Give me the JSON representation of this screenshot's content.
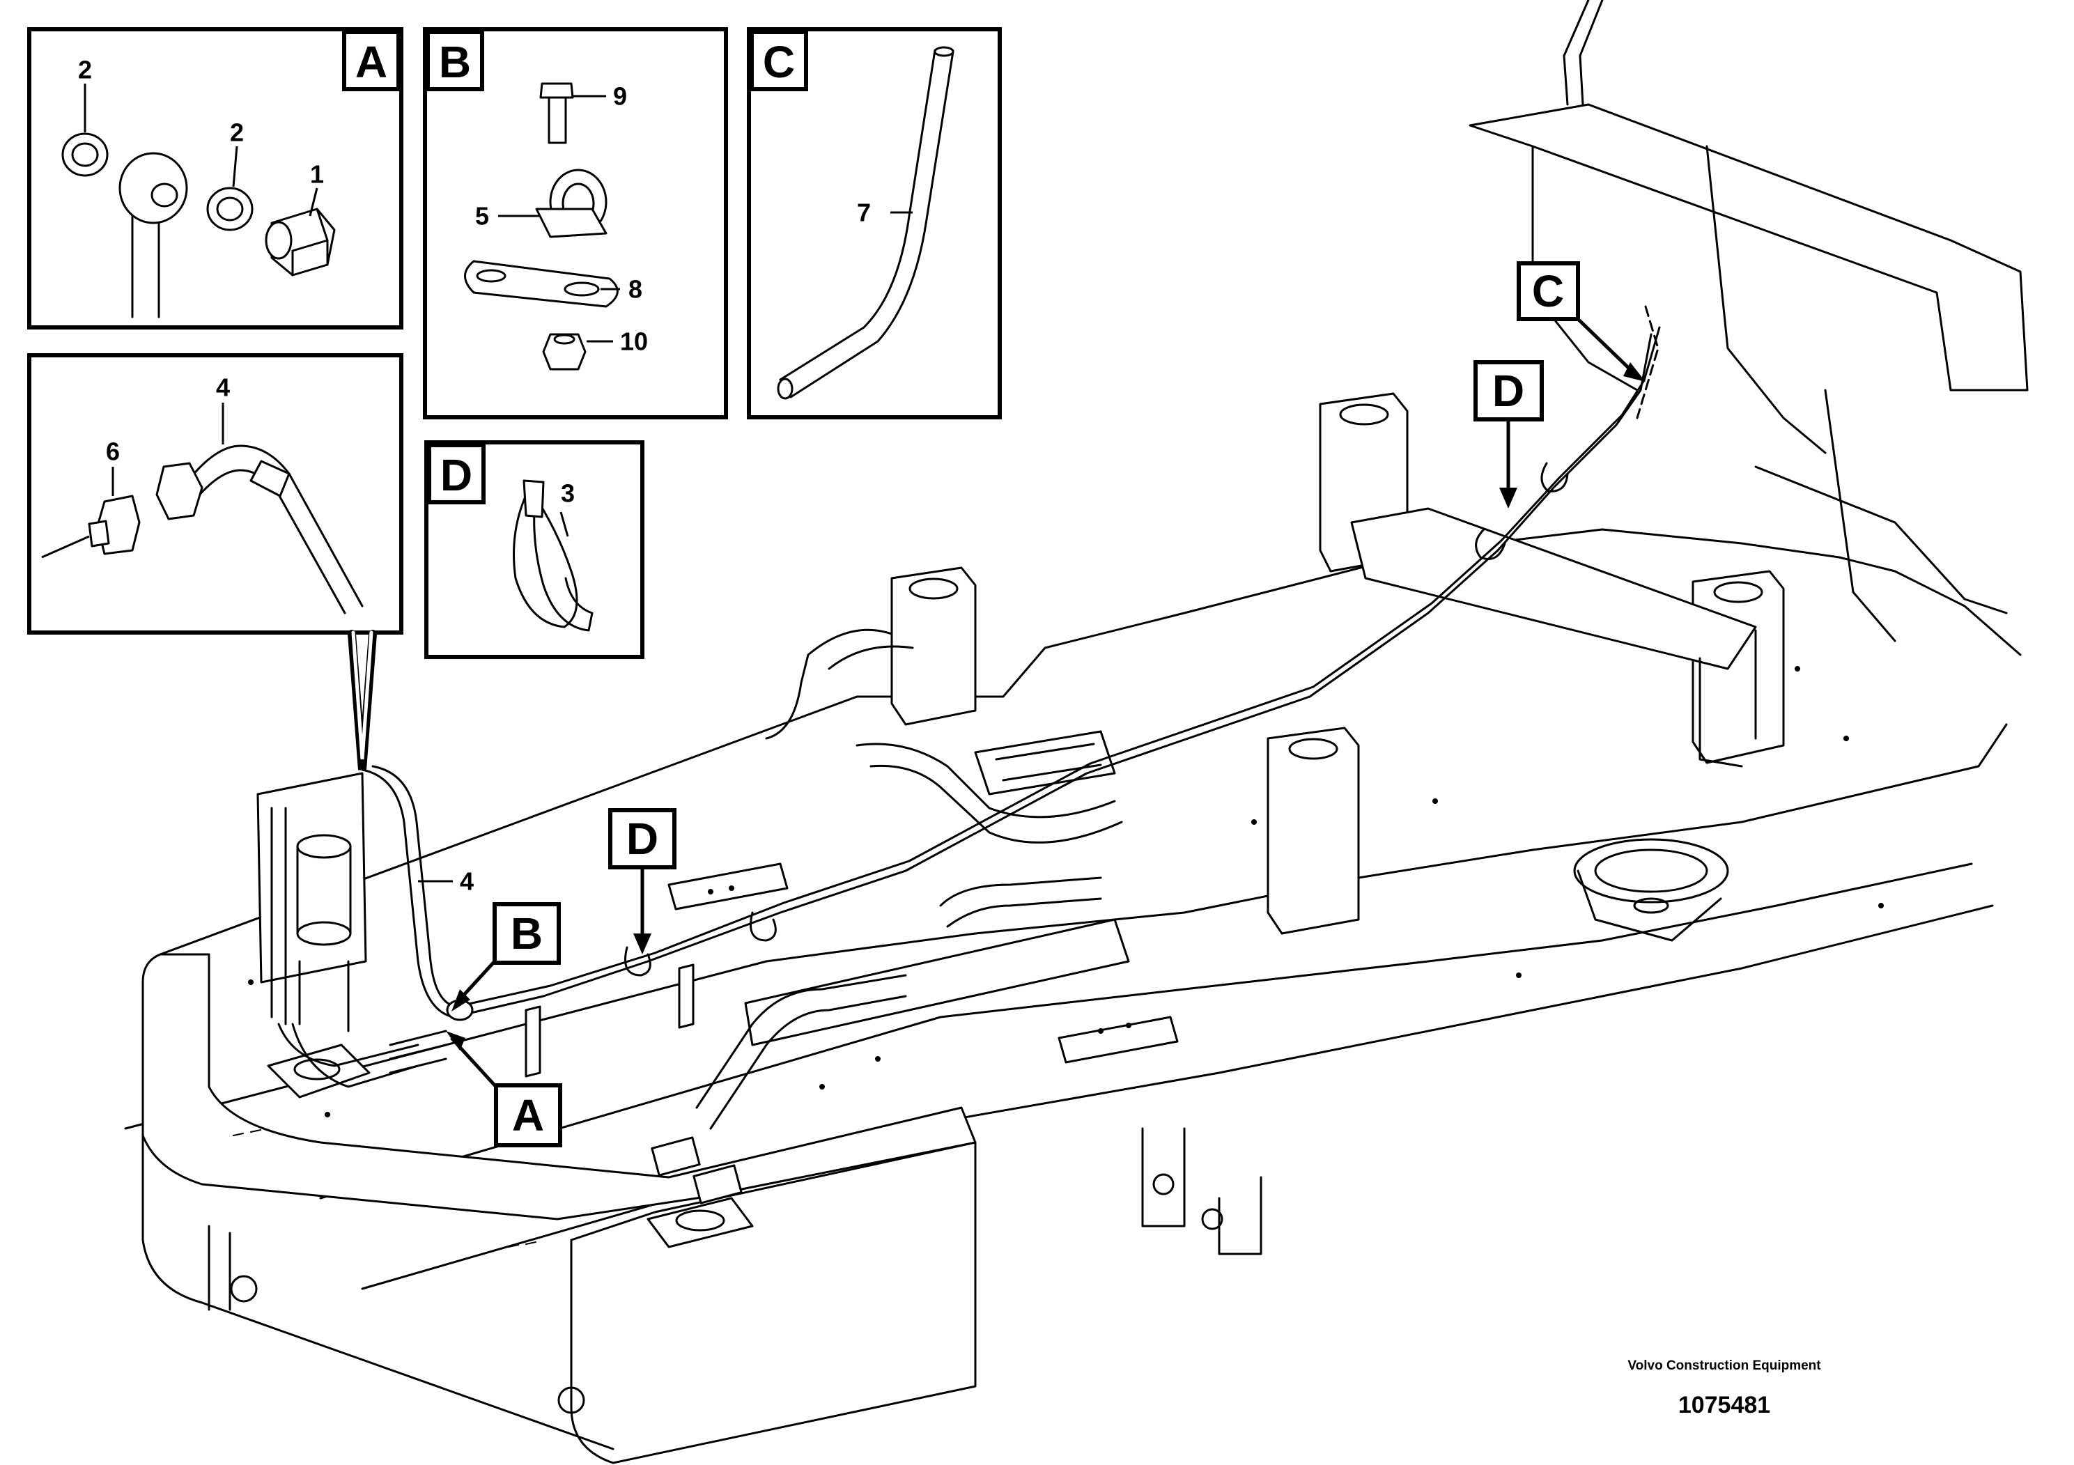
{
  "detail_views": {
    "A": {
      "label": "A",
      "callouts": [
        "2",
        "2",
        "1"
      ]
    },
    "B": {
      "label": "B",
      "callouts": [
        "9",
        "5",
        "8",
        "10"
      ]
    },
    "C": {
      "label": "C",
      "callouts": [
        "7"
      ]
    },
    "D": {
      "label": "D",
      "callouts": [
        "3"
      ]
    },
    "hose_detail": {
      "callouts": [
        "4",
        "6"
      ]
    }
  },
  "main_view": {
    "location_tags": [
      "A",
      "B",
      "C",
      "D",
      "D"
    ],
    "hose_callout": "4"
  },
  "footer": {
    "company": "Volvo Construction Equipment",
    "document_number": "1075481"
  }
}
